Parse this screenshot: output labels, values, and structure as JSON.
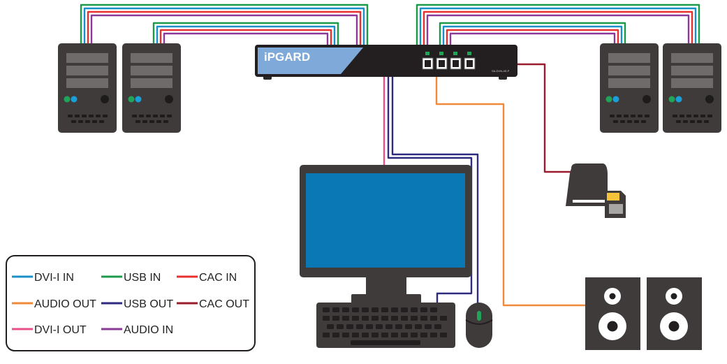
{
  "switch": {
    "brand": "iPGARD",
    "model": "SA-DVN-4S-P",
    "port_count": 4
  },
  "legend": {
    "items": [
      {
        "key": "dvi_in",
        "label": "DVI-I IN",
        "color": "#1a8fc8"
      },
      {
        "key": "usb_in",
        "label": "USB IN",
        "color": "#1b9a4a"
      },
      {
        "key": "cac_in",
        "label": "CAC IN",
        "color": "#e8312f"
      },
      {
        "key": "audio_out",
        "label": "AUDIO OUT",
        "color": "#f08a3a"
      },
      {
        "key": "usb_out",
        "label": "USB OUT",
        "color": "#2e2a7d"
      },
      {
        "key": "cac_out",
        "label": "CAC OUT",
        "color": "#9b1c2c"
      },
      {
        "key": "dvi_out",
        "label": "DVI-I OUT",
        "color": "#e8508a"
      },
      {
        "key": "audio_in",
        "label": "AUDIO IN",
        "color": "#8a3a96"
      }
    ]
  },
  "colors": {
    "device_body": "#3f3b3b",
    "device_panel": "#6f6b6b",
    "screen": "#0a78b4",
    "switch_accent": "#7fa9d8",
    "led_green": "#21a35a",
    "led_blue": "#1aa0d8",
    "background": "#ffffff"
  },
  "devices": {
    "computers": [
      "computer-1",
      "computer-2",
      "computer-3",
      "computer-4"
    ],
    "peripherals": [
      "monitor",
      "keyboard",
      "mouse",
      "cac-reader",
      "speakers"
    ]
  }
}
